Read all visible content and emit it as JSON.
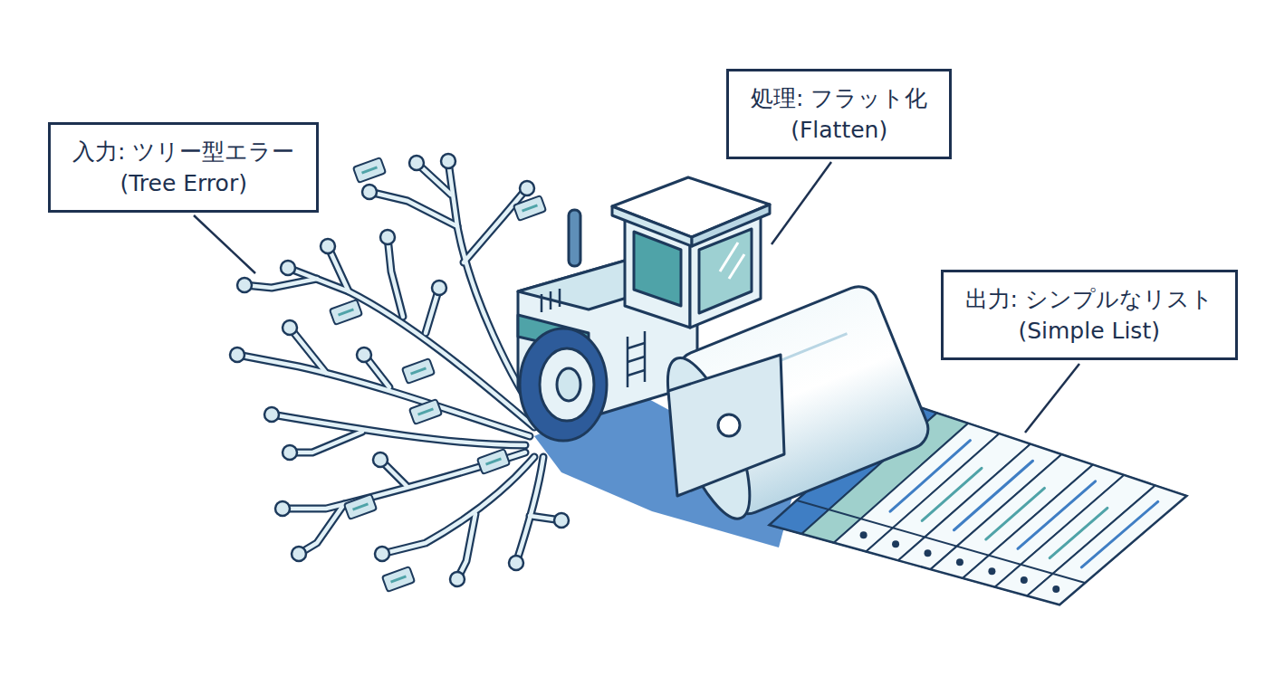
{
  "diagram": {
    "nodes": [
      {
        "text": [
          "入力: ツリー型エラー",
          "(Tree Error)"
        ]
      },
      {
        "text": [
          "処理: フラット化",
          "(Flatten)"
        ]
      },
      {
        "text": [
          "出力: シンプルなリスト",
          "(Simple List)"
        ]
      }
    ]
  }
}
